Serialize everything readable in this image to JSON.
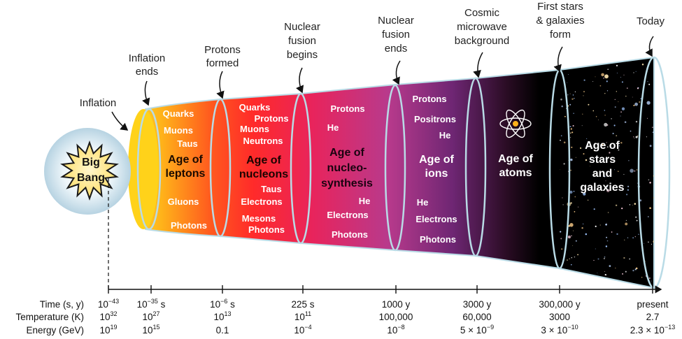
{
  "big_bang": "Big Bang",
  "big_bang_lines": [
    "Big",
    "Bang"
  ],
  "events": [
    {
      "id": "inflation",
      "lines": [
        "Inflation"
      ]
    },
    {
      "id": "inflation-ends",
      "lines": [
        "Inflation",
        "ends"
      ]
    },
    {
      "id": "protons-formed",
      "lines": [
        "Protons",
        "formed"
      ]
    },
    {
      "id": "nuclear-fusion-begins",
      "lines": [
        "Nuclear",
        "fusion",
        "begins"
      ]
    },
    {
      "id": "nuclear-fusion-ends",
      "lines": [
        "Nuclear",
        "fusion",
        "ends"
      ]
    },
    {
      "id": "cosmic-microwave-background",
      "lines": [
        "Cosmic",
        "microwave",
        "background"
      ]
    },
    {
      "id": "first-stars-galaxies-form",
      "lines": [
        "First stars",
        "& galaxies",
        "form"
      ]
    },
    {
      "id": "today",
      "lines": [
        "Today"
      ]
    }
  ],
  "eras": [
    {
      "id": "leptons",
      "lines": [
        "Age of",
        "leptons"
      ],
      "particles": [
        "Quarks",
        "Muons",
        "Taus",
        "Gluons",
        "Photons"
      ]
    },
    {
      "id": "nucleons",
      "lines": [
        "Age of",
        "nucleons"
      ],
      "particles": [
        "Quarks",
        "Protons",
        "Muons",
        "Neutrons",
        "Taus",
        "Electrons",
        "Mesons",
        "Photons"
      ]
    },
    {
      "id": "nucleosynthesis",
      "lines": [
        "Age of",
        "nucleo-",
        "synthesis"
      ],
      "particles": [
        "Protons",
        "He",
        "He",
        "Electrons",
        "Photons"
      ]
    },
    {
      "id": "ions",
      "lines": [
        "Age of",
        "ions"
      ],
      "particles": [
        "Protons",
        "Positrons",
        "He",
        "He",
        "Electrons",
        "Photons"
      ]
    },
    {
      "id": "atoms",
      "lines": [
        "Age of",
        "atoms"
      ],
      "particles": []
    },
    {
      "id": "stars-galaxies",
      "lines": [
        "Age of",
        "stars",
        "and",
        "galaxies"
      ],
      "particles": []
    }
  ],
  "axis": {
    "row_labels": [
      "Time (s, y)",
      "Temperature (K)",
      "Energy (GeV)"
    ],
    "columns": [
      {
        "time": [
          "10",
          "−43",
          ""
        ],
        "temp": [
          "10",
          "32",
          ""
        ],
        "energy": [
          "10",
          "19",
          ""
        ]
      },
      {
        "time": [
          "10",
          "−35",
          " s"
        ],
        "temp": [
          "10",
          "27",
          ""
        ],
        "energy": [
          "10",
          "15",
          ""
        ]
      },
      {
        "time": [
          "10",
          "−6",
          " s"
        ],
        "temp": [
          "10",
          "13",
          ""
        ],
        "energy": [
          "0.1",
          "",
          ""
        ]
      },
      {
        "time": [
          "225 s",
          "",
          ""
        ],
        "temp": [
          "10",
          "11",
          ""
        ],
        "energy": [
          "10",
          "−4",
          ""
        ]
      },
      {
        "time": [
          "1000 y",
          "",
          ""
        ],
        "temp": [
          "100,000",
          "",
          ""
        ],
        "energy": [
          "10",
          "−8",
          ""
        ]
      },
      {
        "time": [
          "3000 y",
          "",
          ""
        ],
        "temp": [
          "60,000",
          "",
          ""
        ],
        "energy": [
          "5 × 10",
          "−9",
          ""
        ]
      },
      {
        "time": [
          "300,000 y",
          "",
          ""
        ],
        "temp": [
          "3000",
          "",
          ""
        ],
        "energy": [
          "3 × 10",
          "−10",
          ""
        ]
      },
      {
        "time": [
          "present",
          "",
          ""
        ],
        "temp": [
          "2.7",
          "",
          ""
        ],
        "energy": [
          "2.3 × 10",
          "−13",
          ""
        ]
      }
    ]
  },
  "colors": {
    "outline": "#b9dbe6",
    "yellow": "#ffd21a",
    "orange": "#ff7a1a",
    "red": "#ff2a2a",
    "crimson": "#e0245e",
    "magenta": "#b83a8c",
    "purple": "#6a2470",
    "dark": "#1a0a18",
    "space": "#000000"
  }
}
